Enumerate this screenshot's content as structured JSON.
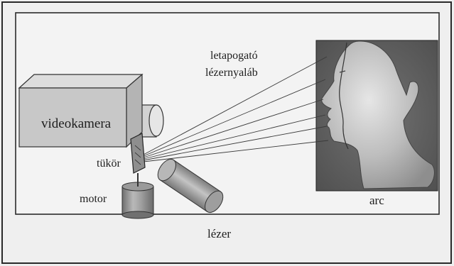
{
  "labels": {
    "videokamera": "videokamera",
    "tukor": "tükör",
    "motor": "motor",
    "lezer": "lézer",
    "beam_line1": "letapogató",
    "beam_line2": "lézernyaláb",
    "arc": "arc"
  },
  "colors": {
    "background": "#efefef",
    "frame": "#2a2a2a",
    "box_front": "#c8c8c8",
    "box_side": "#b4b4b4",
    "box_top": "#dddddd",
    "photo_background": "#666666",
    "text": "#1e1e1e"
  },
  "laser_beam_count": 6
}
